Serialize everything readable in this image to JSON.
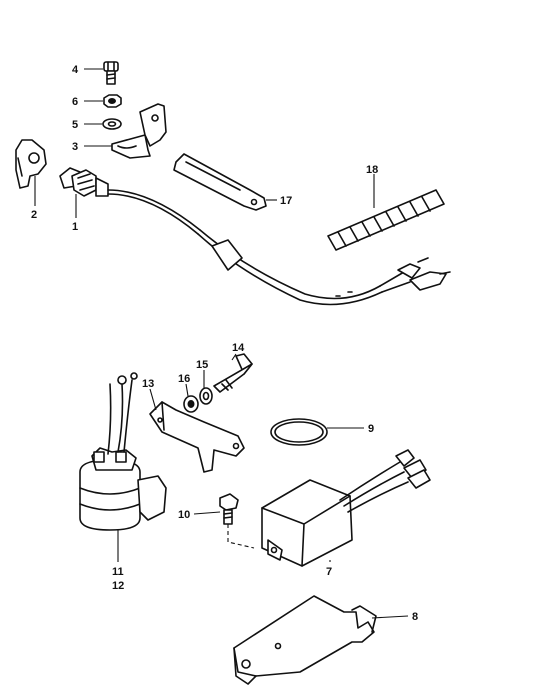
{
  "callouts": [
    {
      "id": "c4",
      "label": "4"
    },
    {
      "id": "c6",
      "label": "6"
    },
    {
      "id": "c5",
      "label": "5"
    },
    {
      "id": "c3",
      "label": "3"
    },
    {
      "id": "c2",
      "label": "2"
    },
    {
      "id": "c1",
      "label": "1"
    },
    {
      "id": "c17",
      "label": "17"
    },
    {
      "id": "c18",
      "label": "18"
    },
    {
      "id": "c14",
      "label": "14"
    },
    {
      "id": "c15",
      "label": "15"
    },
    {
      "id": "c16",
      "label": "16"
    },
    {
      "id": "c13",
      "label": "13"
    },
    {
      "id": "c9",
      "label": "9"
    },
    {
      "id": "c10",
      "label": "10"
    },
    {
      "id": "c11",
      "label": "11"
    },
    {
      "id": "c12",
      "label": "12"
    },
    {
      "id": "c7",
      "label": "7"
    },
    {
      "id": "c8",
      "label": "8"
    }
  ]
}
